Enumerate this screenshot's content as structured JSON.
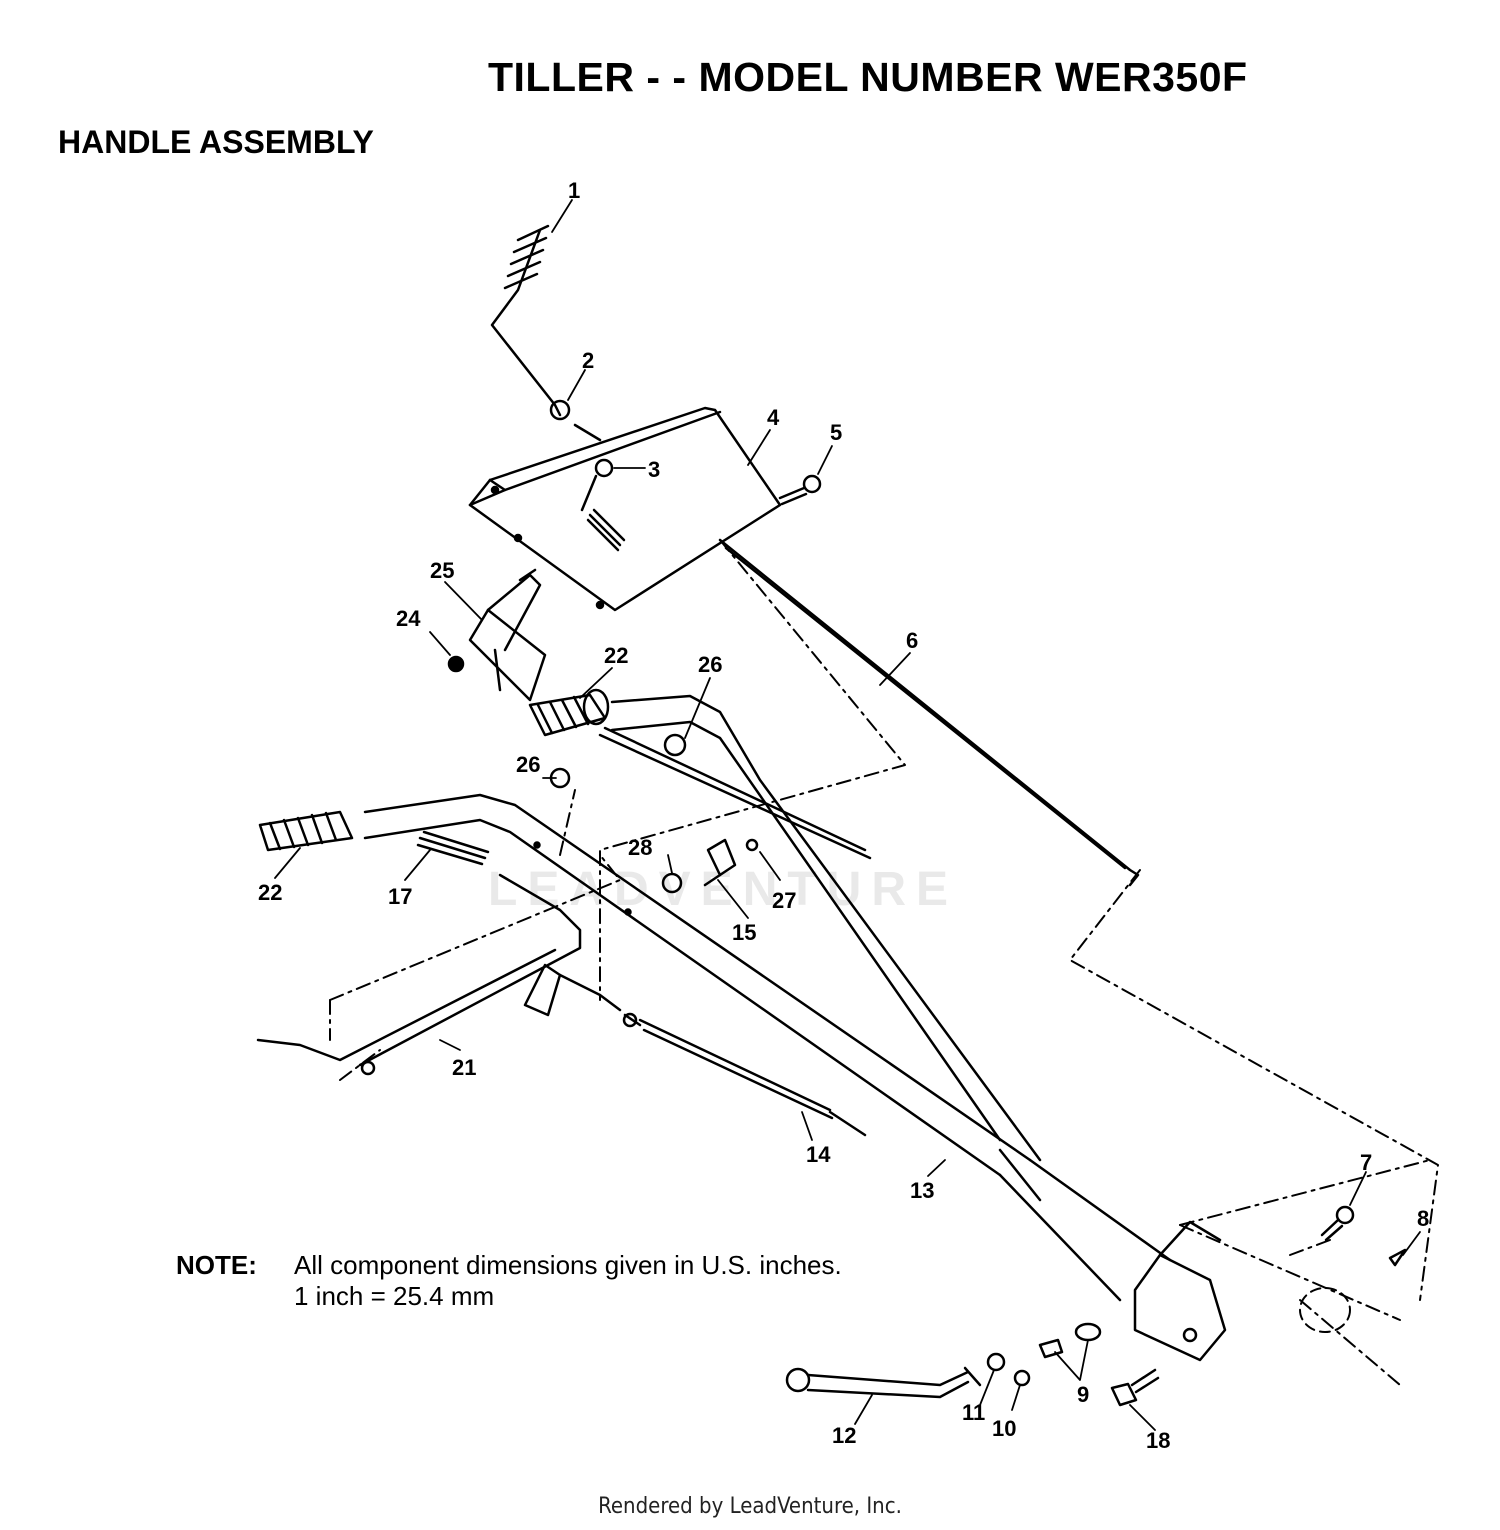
{
  "header": {
    "title": "TILLER - - MODEL NUMBER WER350F",
    "subtitle": "HANDLE ASSEMBLY"
  },
  "callouts": [
    {
      "id": "c1",
      "label": "1"
    },
    {
      "id": "c2",
      "label": "2"
    },
    {
      "id": "c3",
      "label": "3"
    },
    {
      "id": "c4",
      "label": "4"
    },
    {
      "id": "c5",
      "label": "5"
    },
    {
      "id": "c6",
      "label": "6"
    },
    {
      "id": "c7",
      "label": "7"
    },
    {
      "id": "c8",
      "label": "8"
    },
    {
      "id": "c9",
      "label": "9"
    },
    {
      "id": "c10",
      "label": "10"
    },
    {
      "id": "c11",
      "label": "11"
    },
    {
      "id": "c12",
      "label": "12"
    },
    {
      "id": "c13",
      "label": "13"
    },
    {
      "id": "c14",
      "label": "14"
    },
    {
      "id": "c15",
      "label": "15"
    },
    {
      "id": "c17",
      "label": "17"
    },
    {
      "id": "c18",
      "label": "18"
    },
    {
      "id": "c21",
      "label": "21"
    },
    {
      "id": "c22a",
      "label": "22"
    },
    {
      "id": "c22b",
      "label": "22"
    },
    {
      "id": "c24",
      "label": "24"
    },
    {
      "id": "c25",
      "label": "25"
    },
    {
      "id": "c26a",
      "label": "26"
    },
    {
      "id": "c26b",
      "label": "26"
    },
    {
      "id": "c27",
      "label": "27"
    },
    {
      "id": "c28",
      "label": "28"
    }
  ],
  "note": {
    "label": "NOTE:",
    "line1": "All component dimensions given in U.S. inches.",
    "line2": "1 inch = 25.4 mm"
  },
  "watermark": "LEADVENTURE",
  "footer": "Rendered by LeadVenture, Inc."
}
